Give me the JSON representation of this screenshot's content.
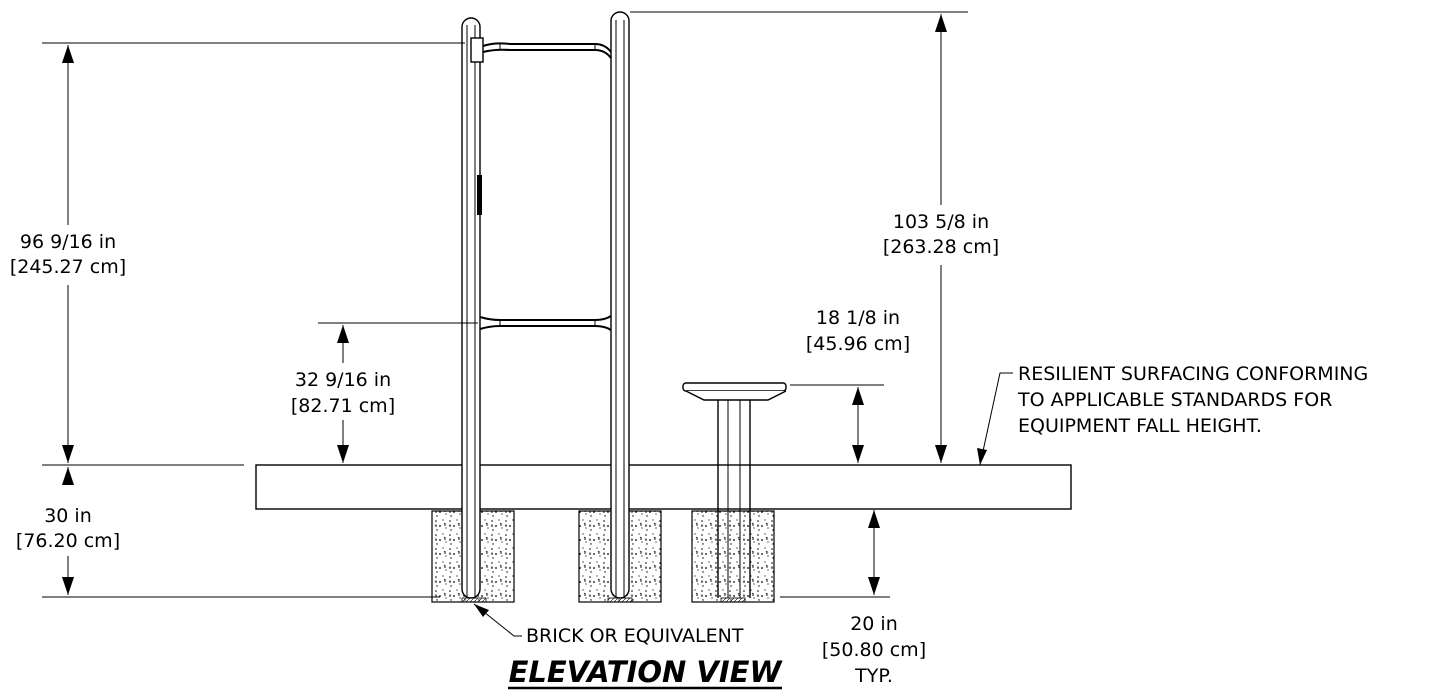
{
  "title": "ELEVATION VIEW",
  "dimensions": {
    "overall_left": {
      "imperial": "96 9/16 in",
      "metric": "[245.27 cm]"
    },
    "overall_right": {
      "imperial": "103 5/8 in",
      "metric": "[263.28 cm]"
    },
    "lower_bar": {
      "imperial": "32 9/16 in",
      "metric": "[82.71 cm]"
    },
    "stool": {
      "imperial": "18 1/8 in",
      "metric": "[45.96 cm]"
    },
    "depth_left": {
      "imperial": "30 in",
      "metric": "[76.20 cm]"
    },
    "footing": {
      "imperial": "20 in",
      "metric": "[50.80 cm]",
      "note": "TYP."
    }
  },
  "callouts": {
    "surfacing_line1": "RESILIENT SURFACING CONFORMING",
    "surfacing_line2": "TO APPLICABLE STANDARDS FOR",
    "surfacing_line3": "EQUIPMENT FALL HEIGHT.",
    "brick": "BRICK OR EQUIVALENT"
  }
}
